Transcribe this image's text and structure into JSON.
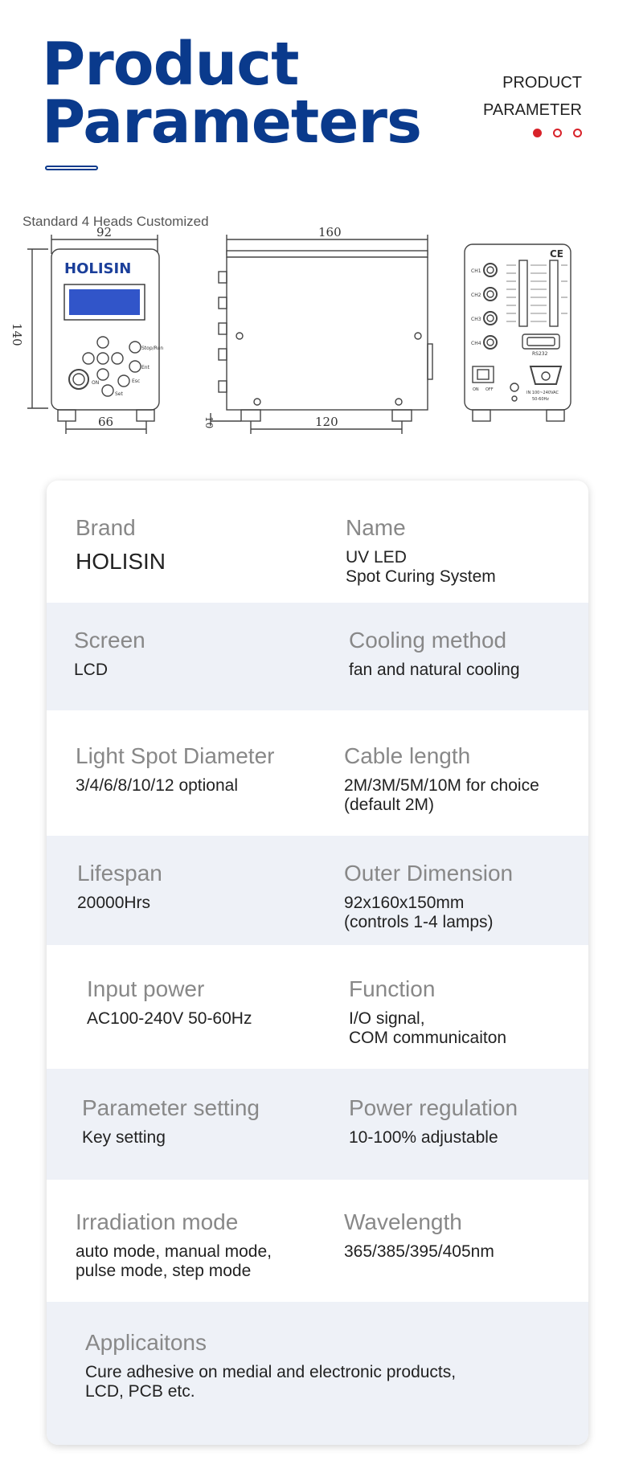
{
  "header": {
    "title_line1": "Product",
    "title_line2": "Parameters",
    "subtitle_line1": "PRODUCT",
    "subtitle_line2": "PARAMETER"
  },
  "drawing": {
    "caption": "Standard 4 Heads Customized",
    "dim_front_width": "92",
    "dim_front_height": "140",
    "dim_front_base": "66",
    "dim_side_width": "160",
    "dim_side_base": "120",
    "dim_side_foot": "10",
    "logo": "HOLISIN",
    "btn_stop_run": "Stop/Run",
    "btn_ent": "Ent",
    "btn_esc": "Esc",
    "btn_set": "Set",
    "label_on": "ON",
    "rear_ch1": "CH1",
    "rear_ch2": "CH2",
    "rear_ch3": "CH3",
    "rear_ch4": "CH4",
    "rear_rs232": "RS232",
    "rear_ce": "CE",
    "rear_on": "ON",
    "rear_off": "OFF",
    "rear_power": "IN 100~240VAC",
    "rear_freq": "50-60Hz"
  },
  "params": {
    "brand_label": "Brand",
    "brand_value": "HOLISIN",
    "name_label": "Name",
    "name_value": "UV LED\nSpot Curing System",
    "screen_label": "Screen",
    "screen_value": "LCD",
    "cooling_label": "Cooling method",
    "cooling_value": "fan and natural cooling",
    "spot_label": "Light Spot Diameter",
    "spot_value": "3/4/6/8/10/12 optional",
    "cable_label": "Cable length",
    "cable_value": "2M/3M/5M/10M for choice\n(default 2M)",
    "life_label": "Lifespan",
    "life_value": "20000Hrs",
    "dim_label": "Outer Dimension",
    "dim_value": "92x160x150mm\n(controls 1-4 lamps)",
    "input_label": "Input power",
    "input_value": "AC100-240V 50-60Hz",
    "func_label": "Function",
    "func_value": " I/O signal,\nCOM communicaiton",
    "param_label": "Parameter setting",
    "param_value": "Key setting",
    "power_label": "Power regulation",
    "power_value": "10-100% adjustable",
    "irr_label": "Irradiation mode",
    "irr_value": "auto mode, manual mode,\n pulse mode, step mode",
    "wave_label": "Wavelength",
    "wave_value": "365/385/395/405nm",
    "app_label": "Applicaitons",
    "app_value": "Cure adhesive on medial and electronic products,\nLCD, PCB etc."
  },
  "colors": {
    "brand_blue": "#0a3a8c",
    "accent_red": "#d8232a",
    "row_alt": "#eef1f7",
    "label_gray": "#888888"
  }
}
